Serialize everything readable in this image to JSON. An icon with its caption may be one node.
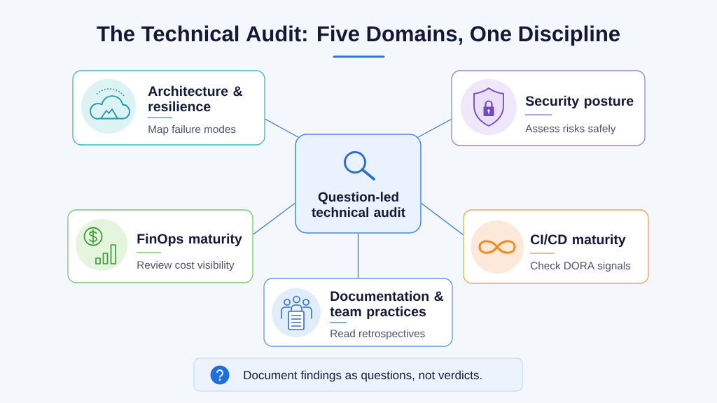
{
  "diagram": {
    "title": "The Technical Audit: Five Domains, One Discipline",
    "nodes": [
      {
        "text": [
          "Question-led technical audit"
        ]
      },
      {
        "text": [
          "Architecture & resilience",
          "Map failure modes"
        ]
      },
      {
        "text": [
          "Security posture",
          "Assess risks safely"
        ]
      },
      {
        "text": [
          "FinOps maturity",
          "Review cost visibility"
        ]
      },
      {
        "text": [
          "CI/CD maturity",
          "Check DORA signals"
        ]
      },
      {
        "text": [
          "Documentation & team practices",
          "Read retrospectives"
        ]
      },
      {
        "text": [
          "Document findings as questions, not verdicts."
        ]
      }
    ],
    "edges": [
      {
        "from": 0,
        "to": 1,
        "arrow": "none"
      },
      {
        "from": 0,
        "to": 2,
        "arrow": "none"
      },
      {
        "from": 0,
        "to": 3,
        "arrow": "none"
      },
      {
        "from": 0,
        "to": 4,
        "arrow": "none"
      },
      {
        "from": 0,
        "to": 5,
        "arrow": "none"
      }
    ]
  }
}
